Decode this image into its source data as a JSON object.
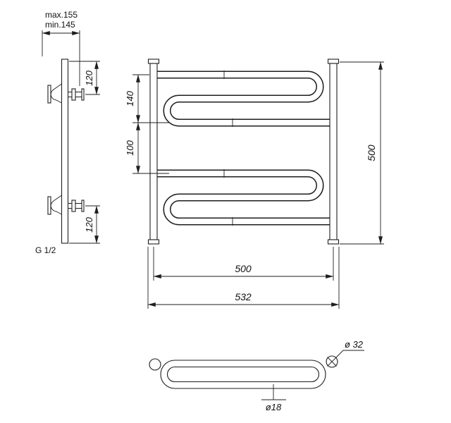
{
  "side_view": {
    "max_depth_label": "max.155",
    "min_depth_label": "min.145",
    "top_spacing_label": "120",
    "bottom_spacing_label": "120",
    "thread_label": "G 1/2"
  },
  "front_view": {
    "upper_coil_height_label": "140",
    "coil_spacing_label": "100",
    "overall_height_label": "500",
    "rail_width_label": "500",
    "overall_width_label": "532"
  },
  "top_view": {
    "collector_diameter_label": "ø 32",
    "tube_diameter_label": "ø18"
  }
}
